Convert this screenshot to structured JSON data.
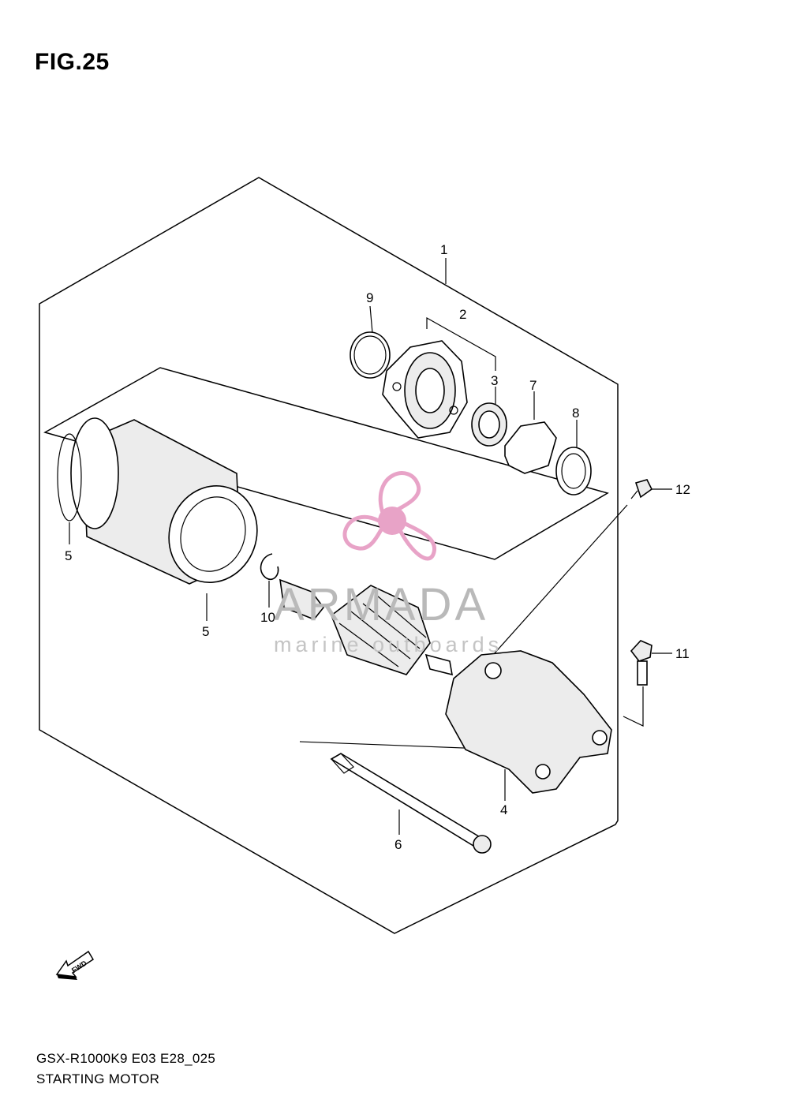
{
  "figure": {
    "title": "FIG.25"
  },
  "footer": {
    "model_code": "GSX-R1000K9 E03 E28_025",
    "section_name": "STARTING MOTOR"
  },
  "watermark": {
    "name": "ARMADA",
    "subtitle": "marine outboards",
    "color": "#e8a3c7"
  },
  "callouts": {
    "c1": "1",
    "c2": "2",
    "c3": "3",
    "c4": "4",
    "c5a": "5",
    "c5b": "5",
    "c6": "6",
    "c7": "7",
    "c8": "8",
    "c9": "9",
    "c10": "10",
    "c11": "11",
    "c12": "12"
  },
  "fwd_arrow": {
    "label": "FWD"
  },
  "icons": {
    "fwd": "fwd-arrow-icon",
    "logo": "propeller-logo-icon"
  }
}
